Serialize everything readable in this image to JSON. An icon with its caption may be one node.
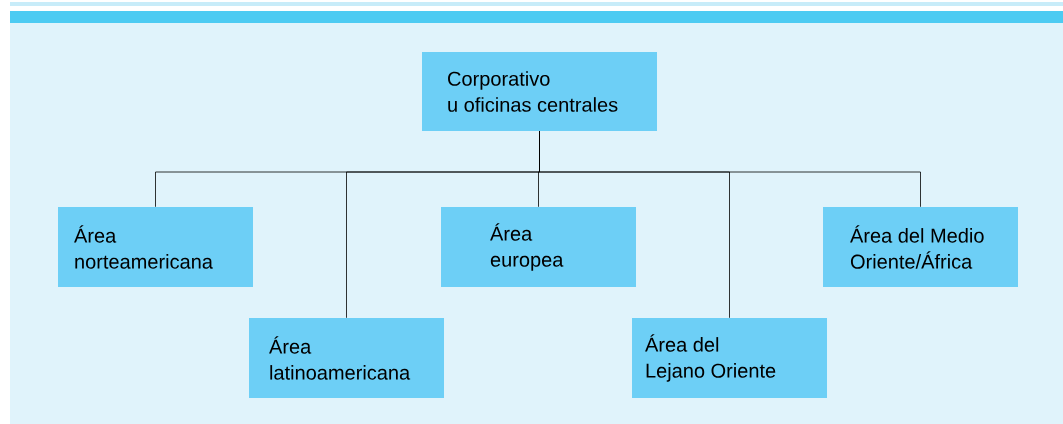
{
  "diagram": {
    "nodes": [
      {
        "text": [
          "Corporativo u oficinas centrales"
        ]
      },
      {
        "text": [
          "Área norteamericana"
        ]
      },
      {
        "text": [
          "Área latinoamericana"
        ]
      },
      {
        "text": [
          "Área europea"
        ]
      },
      {
        "text": [
          "Área del Lejano Oriente"
        ]
      },
      {
        "text": [
          "Área del Medio Oriente/África"
        ]
      }
    ],
    "edges": [
      {
        "from": 0,
        "to": 1,
        "arrow": "none"
      },
      {
        "from": 0,
        "to": 2,
        "arrow": "none"
      },
      {
        "from": 0,
        "to": 3,
        "arrow": "none"
      },
      {
        "from": 0,
        "to": 4,
        "arrow": "none"
      },
      {
        "from": 0,
        "to": 5,
        "arrow": "none"
      }
    ]
  }
}
